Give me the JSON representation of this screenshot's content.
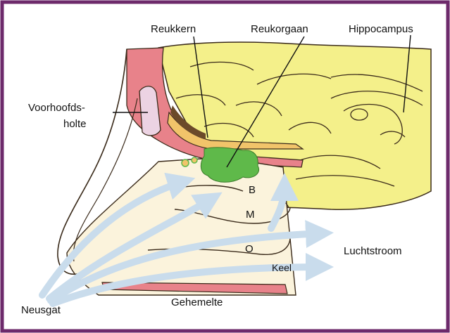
{
  "labels": {
    "reukkern": "Reukkern",
    "reukorgaan": "Reukorgaan",
    "hippocampus": "Hippocampus",
    "voorhoofdsholte_line1": "Voorhoofds-",
    "voorhoofdsholte_line2": "holte",
    "b": "B",
    "m": "M",
    "o": "O",
    "luchtstroom": "Luchtstroom",
    "keel": "Keel",
    "neusgat": "Neusgat",
    "gehemelte": "Gehemelte"
  },
  "colors": {
    "frame": "#6d2a6b",
    "brain": "#f4f08a",
    "nasal_cavity": "#fbf3dc",
    "bone": "#e8828a",
    "sinus": "#ecd3e3",
    "olfactory_bulb": "#f1c46a",
    "olfactory_organ": "#5fb94a",
    "airflow": "#c9dcec",
    "outline": "#3a2a1a"
  }
}
